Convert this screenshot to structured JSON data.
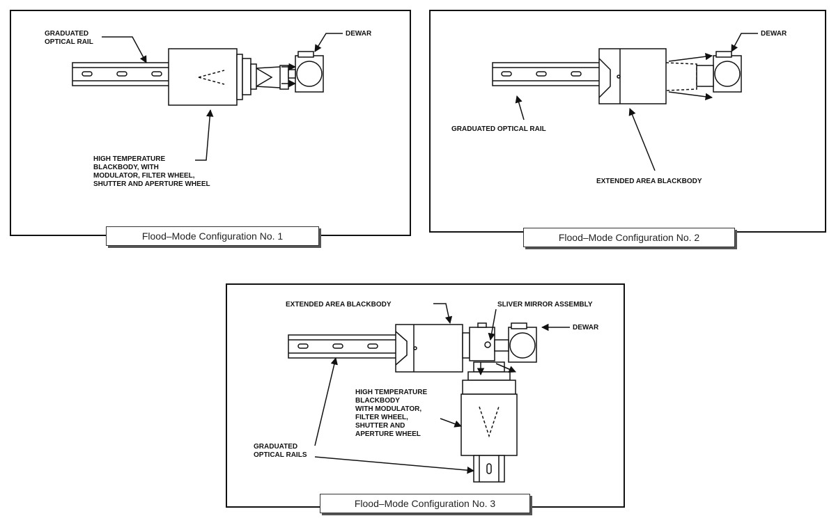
{
  "panels": [
    {
      "caption": "Flood–Mode Configuration No. 1",
      "labels": {
        "rail_line1": "GRADUATED",
        "rail_line2": "OPTICAL RAIL",
        "dewar": "DEWAR",
        "bb_line1": "HIGH TEMPERATURE",
        "bb_line2": "BLACKBODY, WITH",
        "bb_line3": "MODULATOR, FILTER WHEEL,",
        "bb_line4": "SHUTTER AND APERTURE WHEEL"
      }
    },
    {
      "caption": "Flood–Mode Configuration No. 2",
      "labels": {
        "dewar": "DEWAR",
        "rail": "GRADUATED OPTICAL RAIL",
        "bb": "EXTENDED AREA BLACKBODY"
      }
    },
    {
      "caption": "Flood–Mode Configuration No. 3",
      "labels": {
        "ext_bb": "EXTENDED AREA BLACKBODY",
        "mirror": "SLIVER MIRROR ASSEMBLY",
        "dewar": "DEWAR",
        "ht_line1": "HIGH TEMPERATURE",
        "ht_line2": "BLACKBODY",
        "ht_line3": "WITH MODULATOR,",
        "ht_line4": "FILTER WHEEL,",
        "ht_line5": "SHUTTER AND",
        "ht_line6": "APERTURE WHEEL",
        "rails_line1": "GRADUATED",
        "rails_line2": "OPTICAL RAILS"
      }
    }
  ]
}
